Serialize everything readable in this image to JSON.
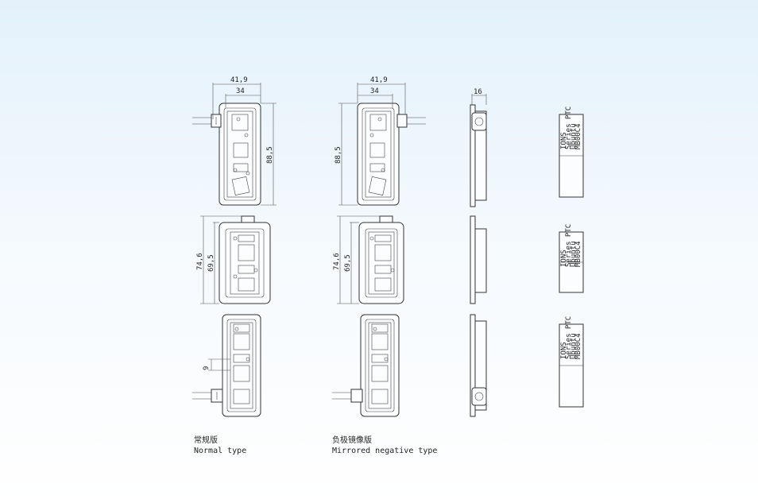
{
  "dimensions": {
    "overall_width": "41,9",
    "inner_width": "34",
    "height_long": "88,5",
    "height_outer": "74,6",
    "height_inner": "69,5",
    "spacing": "9",
    "depth": "16"
  },
  "captions": {
    "normal_cn": "常规版",
    "normal_en": "Normal type",
    "mirrored_cn": "负极镜像版",
    "mirrored_en": "Mirrored negative type"
  },
  "label_lines": [
    "IONS",
    "Series PTC",
    "Ubuntu",
    "MB00C4"
  ],
  "colors": {
    "bg_top": "#e3f1fb",
    "line": "#333333"
  }
}
